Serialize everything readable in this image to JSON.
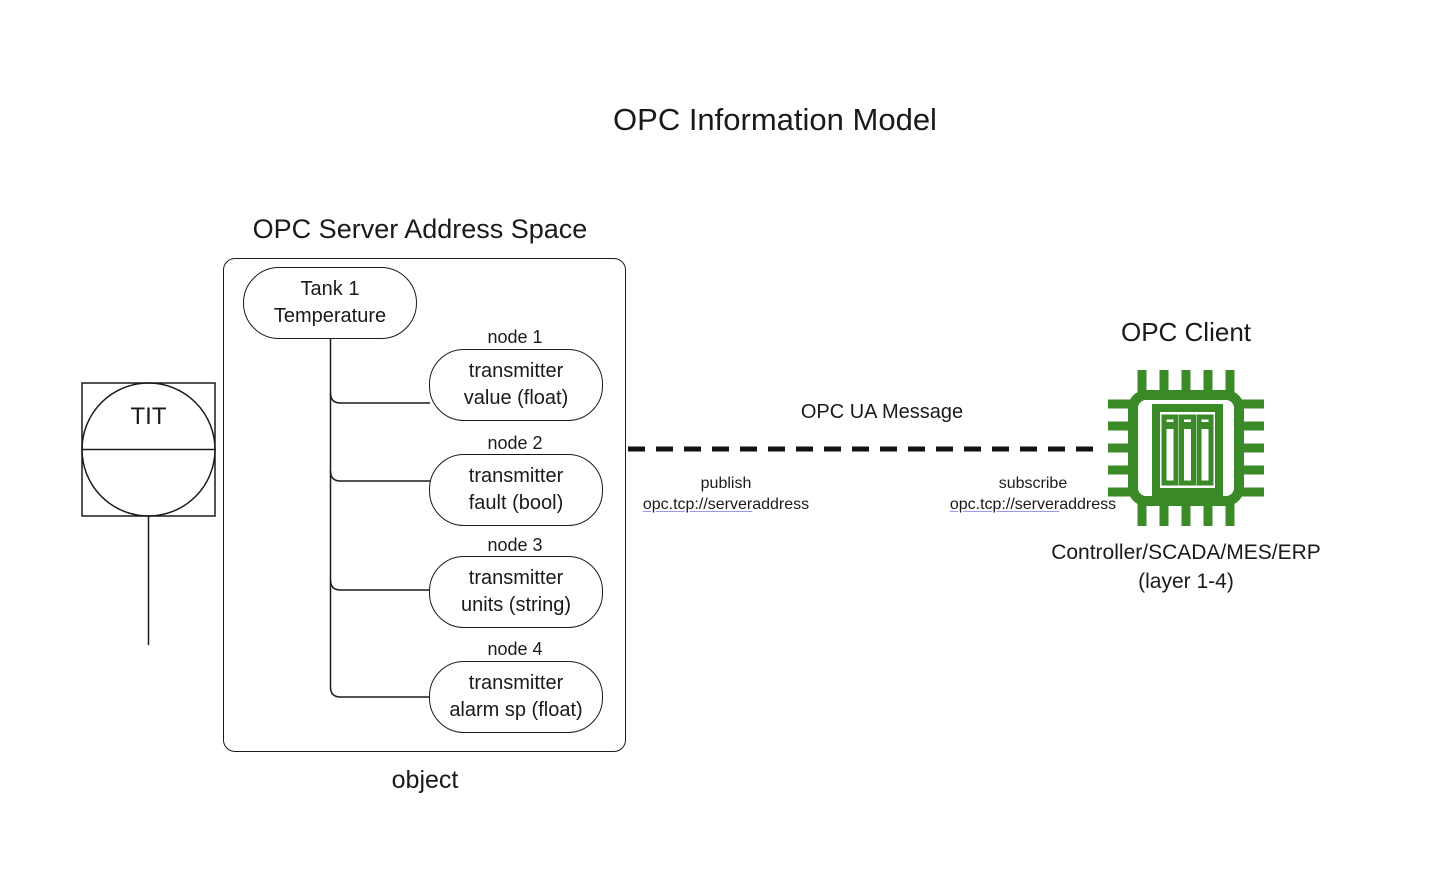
{
  "title": "OPC Information Model",
  "server": {
    "heading": "OPC Server Address Space",
    "object_label": "object",
    "root_node": {
      "line1": "Tank 1",
      "line2": "Temperature"
    },
    "nodes": [
      {
        "label": "node 1",
        "line1": "transmitter",
        "line2": "value (float)"
      },
      {
        "label": "node 2",
        "line1": "transmitter",
        "line2": "fault (bool)"
      },
      {
        "label": "node 3",
        "line1": "transmitter",
        "line2": "units (string)"
      },
      {
        "label": "node 4",
        "line1": "transmitter",
        "line2": "alarm sp (float)"
      }
    ]
  },
  "instrument": {
    "tag": "TIT"
  },
  "message": {
    "label": "OPC UA Message",
    "publish": {
      "action": "publish",
      "url_link": "opc.tcp://server",
      "url_rest": "address"
    },
    "subscribe": {
      "action": "subscribe",
      "url_link": "opc.tcp://server",
      "url_rest": "address"
    }
  },
  "client": {
    "heading": "OPC Client",
    "caption_line1": "Controller/SCADA/MES/ERP",
    "caption_line2": "(layer 1-4)",
    "icon": "chip-icon"
  },
  "colors": {
    "chip_green": "#3a8a28",
    "link_underline": "#9a9af0",
    "line_black": "#1a1a1a"
  }
}
